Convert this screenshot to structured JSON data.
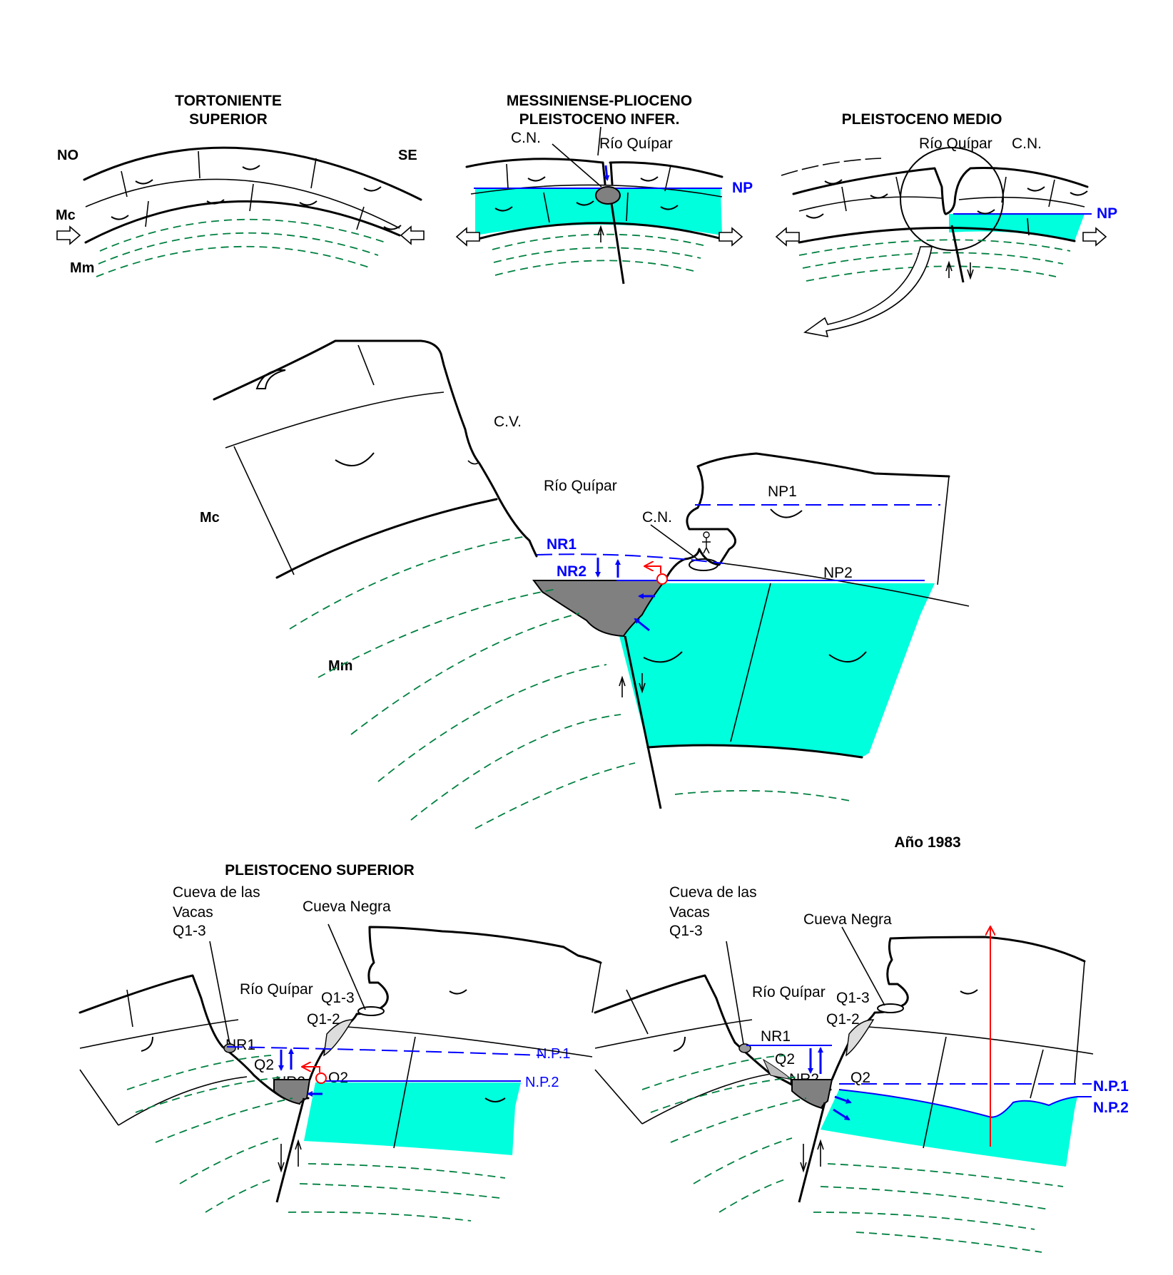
{
  "panels": {
    "p1": {
      "title_1": "TORTONIENTE",
      "title_2": "SUPERIOR",
      "nw": "NO",
      "se": "SE",
      "mc": "Mc",
      "mm": "Mm"
    },
    "p2": {
      "title_1": "MESSINIENSE-PLIOCENO",
      "title_2": "PLEISTOCENO INFER.",
      "cn": "C.N.",
      "river": "Río Quípar",
      "np": "NP"
    },
    "p3": {
      "title": "PLEISTOCENO MEDIO",
      "river": "Río Quípar",
      "cn": "C.N.",
      "np": "NP"
    },
    "p4": {
      "cv": "C.V.",
      "river": "Río Quípar",
      "mc": "Mc",
      "mm": "Mm",
      "cn": "C.N.",
      "np1": "NP1",
      "np2": "NP2",
      "nr1": "NR1",
      "nr2": "NR2"
    },
    "p5": {
      "title": "PLEISTOCENO SUPERIOR",
      "cave_vacas_1": "Cueva de las",
      "cave_vacas_2": "Vacas",
      "q13a": "Q1-3",
      "cave_negra": "Cueva Negra",
      "river": "Río Quípar",
      "q13b": "Q1-3",
      "q12": "Q1-2",
      "nr1": "NR1",
      "q2a": "Q2",
      "nr2": "NR2",
      "q2b": "Q2",
      "np1": "N.P.1",
      "np2": "N.P.2"
    },
    "p6": {
      "year": "Año 1983",
      "cave_vacas_1": "Cueva de las",
      "cave_vacas_2": "Vacas",
      "q13a": "Q1-3",
      "cave_negra": "Cueva Negra",
      "river": "Río Quípar",
      "q13b": "Q1-3",
      "q12": "Q1-2",
      "nr1": "NR1",
      "q2a": "Q2",
      "nr2": "NR2",
      "q2b": "Q2",
      "np1": "N.P.1",
      "np2": "N.P.2"
    }
  },
  "colors": {
    "aquifer": "#00ffdd",
    "water_level": "#0000ff",
    "marl": "#008040",
    "spring_marker": "#ff0000",
    "river_pool": "#808080"
  },
  "icons": [
    "compression-arrow-icon",
    "extension-arrow-icon",
    "fault-slip-icon",
    "spring-icon",
    "flow-arrow-icon",
    "pumping-arrow-icon",
    "zoom-arrow-icon",
    "person-icon"
  ]
}
